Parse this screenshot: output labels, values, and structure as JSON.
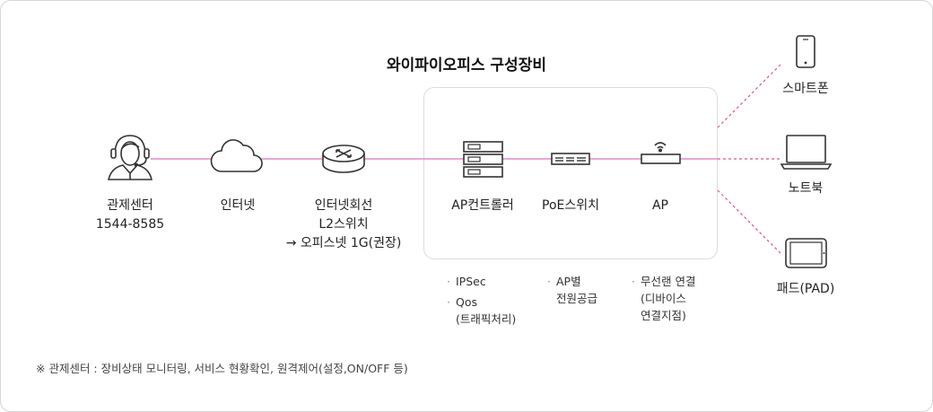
{
  "diagram": {
    "title": "와이파이오피스 구성장비",
    "nodes": {
      "center": {
        "line1": "관제센터",
        "line2": "1544-8585"
      },
      "internet": {
        "label": "인터넷"
      },
      "line": {
        "line1": "인터넷회선",
        "line2": "L2스위치",
        "line3": "→ 오피스넷 1G(권장)"
      },
      "controller": {
        "label": "AP컨트롤러"
      },
      "poe": {
        "label": "PoE스위치"
      },
      "ap": {
        "label": "AP"
      },
      "smartphone": {
        "label": "스마트폰"
      },
      "notebook": {
        "label": "노트북"
      },
      "pad": {
        "label": "패드(PAD)"
      }
    },
    "notes": {
      "controller": {
        "bullet": "·",
        "line1": "IPSec",
        "line2": "Qos",
        "line3": "(트래픽처리)"
      },
      "poe": {
        "bullet": "·",
        "line1": "AP별",
        "line2": "전원공급"
      },
      "ap": {
        "bullet": "·",
        "line1": "무선랜 연결",
        "line2": "(디바이스",
        "line3": "연결지점)"
      }
    },
    "footnote": "※ 관제센터 : 장비상태 모니터링, 서비스 현황확인, 원격제어(설정,ON/OFF 등)",
    "colors": {
      "link": "#e887c5",
      "dash": "#e0528e",
      "icon": "#333333",
      "box_border": "#dcdcdc"
    }
  }
}
